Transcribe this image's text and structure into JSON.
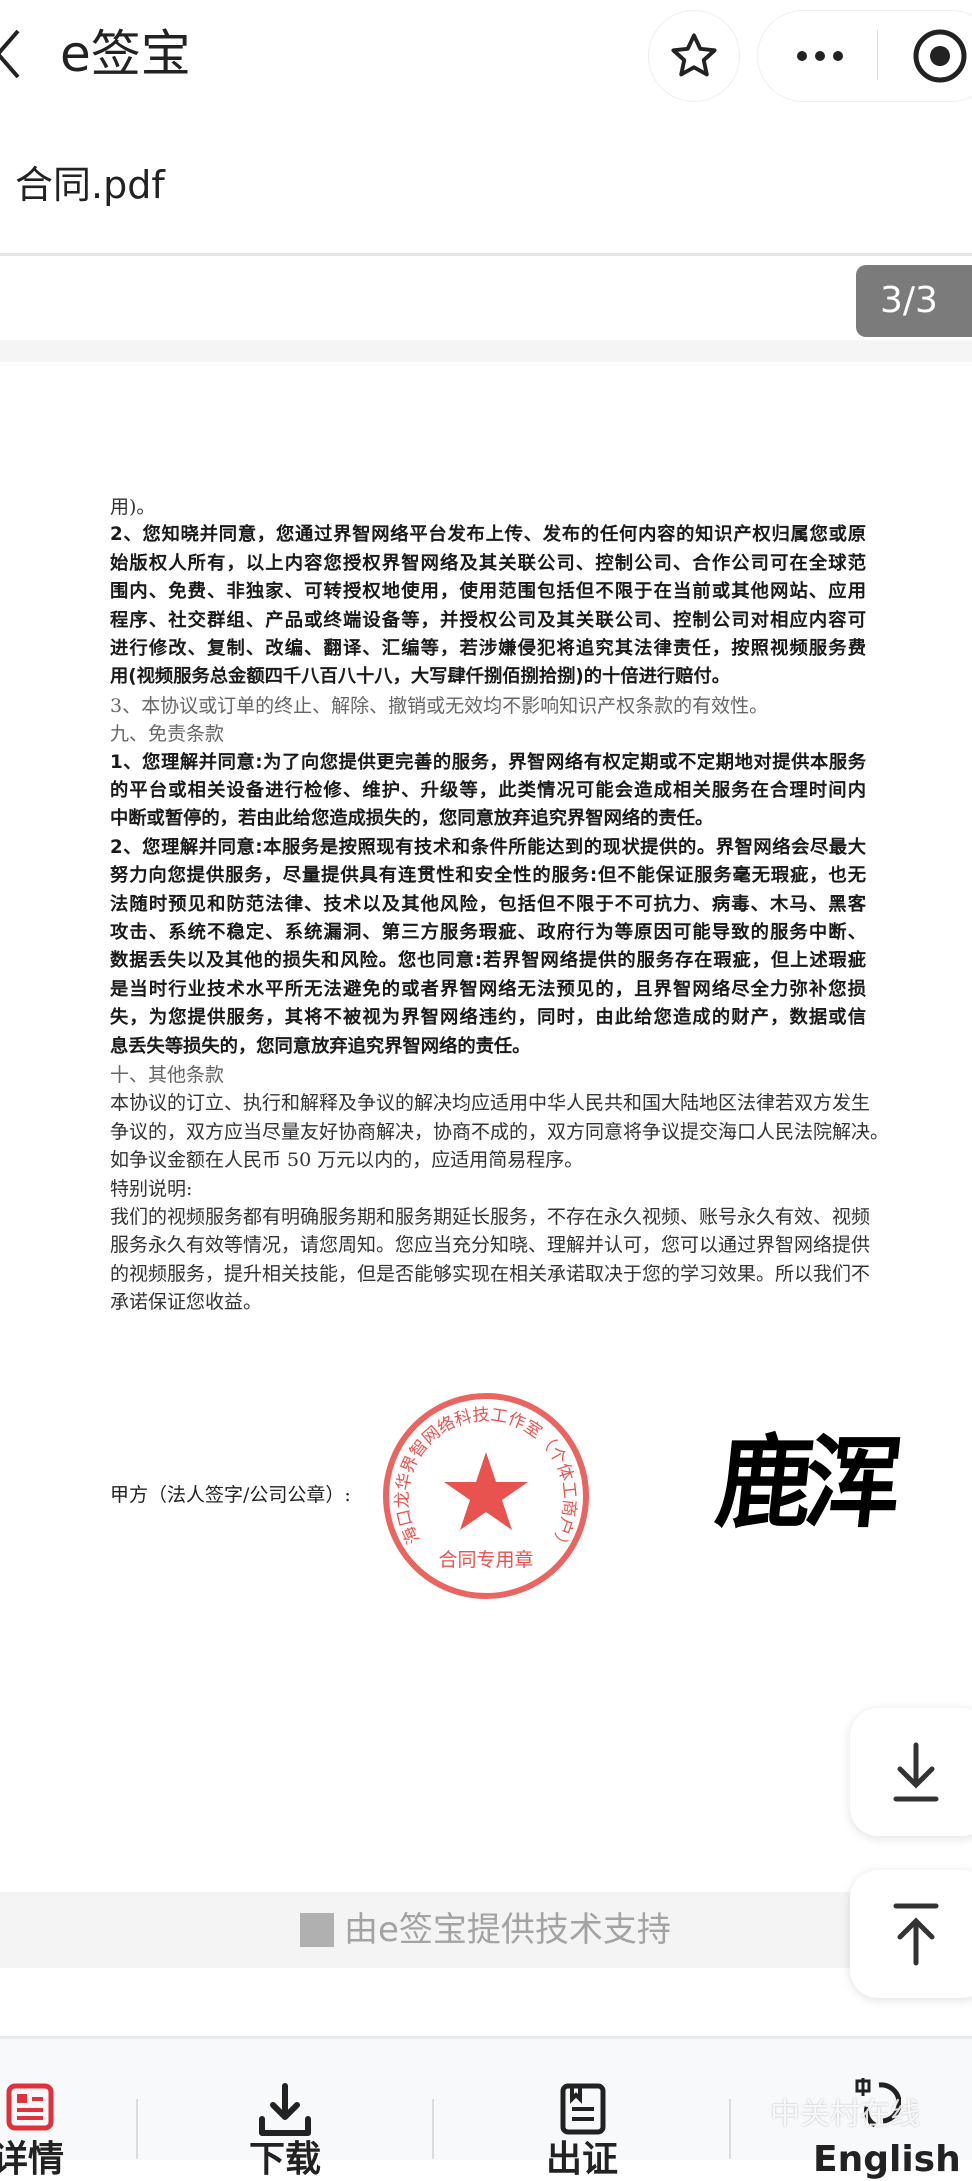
{
  "header": {
    "title": "e签宝",
    "file_name": "合同.pdf",
    "page_indicator": "3/3"
  },
  "document": {
    "lines": [
      "用)。",
      "2、您知晓并同意，您通过界智网络平台发布上传、发布的任何内容的知识产权归属您或原",
      "始版权人所有，以上内容您授权界智网络及其关联公司、控制公司、合作公司可在全球范",
      "围内、免费、非独家、可转授权地使用，使用范围包括但不限于在当前或其他网站、应用",
      "程序、社交群组、产品或终端设备等，并授权公司及其关联公司、控制公司对相应内容可",
      "进行修改、复制、改编、翻译、汇编等，若涉嫌侵犯将追究其法律责任，按照视频服务费",
      "用(视频服务总金额四千八百八十八，大写肆仟捌佰捌拾捌)的十倍进行赔付。",
      "3、本协议或订单的终止、解除、撤销或无效均不影响知识产权条款的有效性。",
      "九、免责条款",
      "1、您理解并同意:为了向您提供更完善的服务，界智网络有权定期或不定期地对提供本服务",
      "的平台或相关设备进行检修、维护、升级等，此类情况可能会造成相关服务在合理时间内",
      "中断或暂停的，若由此给您造成损失的，您同意放弃追究界智网络的责任。",
      "2、您理解并同意:本服务是按照现有技术和条件所能达到的现状提供的。界智网络会尽最大",
      "努力向您提供服务，尽量提供具有连贯性和安全性的服务:但不能保证服务毫无瑕疵，也无",
      "法随时预见和防范法律、技术以及其他风险，包括但不限于不可抗力、病毒、木马、黑客",
      "攻击、系统不稳定、系统漏洞、第三方服务瑕疵、政府行为等原因可能导致的服务中断、",
      "数据丢失以及其他的损失和风险。您也同意:若界智网络提供的服务存在瑕疵，但上述瑕疵",
      "是当时行业技术水平所无法避免的或者界智网络无法预见的，且界智网络尽全力弥补您损",
      "失，为您提供服务，其将不被视为界智网络违约，同时，由此给您造成的财产，数据或信",
      "息丢失等损失的，您同意放弃追究界智网络的责任。",
      "十、其他条款",
      "本协议的订立、执行和解释及争议的解决均应适用中华人民共和国大陆地区法律若双方发生",
      "争议的，双方应当尽量友好协商解决，协商不成的，双方同意将争议提交海口人民法院解决。",
      "如争议金额在人民币 50 万元以内的，应适用简易程序。",
      "特别说明:",
      "我们的视频服务都有明确服务期和服务期延长服务，不存在永久视频、账号永久有效、视频",
      "服务永久有效等情况，请您周知。您应当充分知晓、理解并认可，您可以通过界智网络提供",
      "的视频服务，提升相关技能，但是否能够实现在相关承诺取决于您的学习效果。所以我们不",
      "承诺保证您收益。"
    ],
    "party_a_label": "甲方（法人签字/公司公章）:",
    "stamp": {
      "ring_text": "海口龙华界智网络科技工作室（个体工商户）",
      "center_text": "合同专用章",
      "color": "#e8534f"
    },
    "signature": "鹿浑"
  },
  "footer": {
    "powered_by": "由e签宝提供技术支持"
  },
  "bottom_nav": [
    {
      "label": "详情"
    },
    {
      "label": "下载"
    },
    {
      "label": "出证"
    },
    {
      "label": "English"
    }
  ],
  "watermark": "中关村在线",
  "colors": {
    "accent": "#e0323e",
    "page_indicator_bg": "#7b7b7b"
  }
}
